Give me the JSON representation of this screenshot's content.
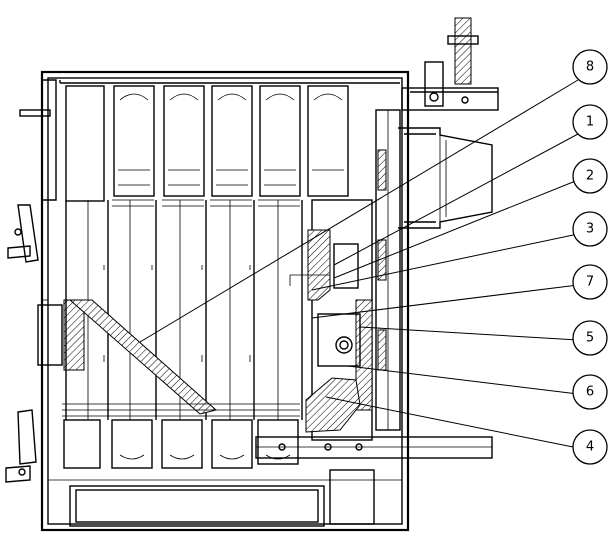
{
  "callouts": [
    {
      "id": "c8",
      "label": "8"
    },
    {
      "id": "c1",
      "label": "1"
    },
    {
      "id": "c2",
      "label": "2"
    },
    {
      "id": "c3",
      "label": "3"
    },
    {
      "id": "c7",
      "label": "7"
    },
    {
      "id": "c5",
      "label": "5"
    },
    {
      "id": "c6",
      "label": "6"
    },
    {
      "id": "c4",
      "label": "4"
    }
  ]
}
